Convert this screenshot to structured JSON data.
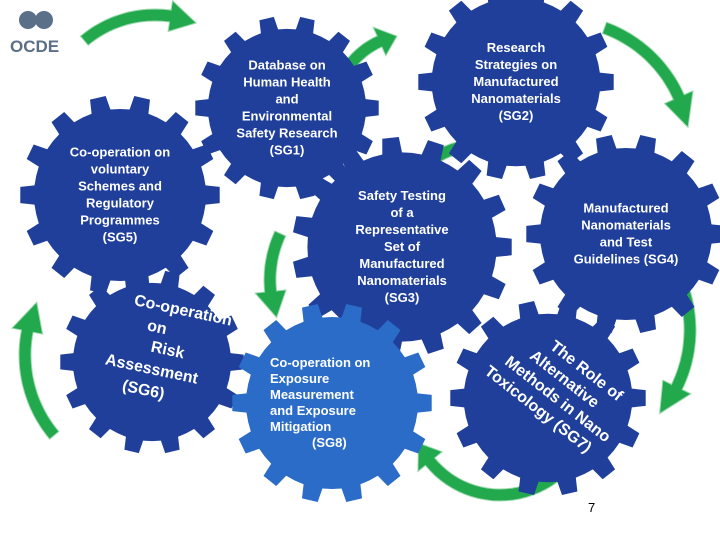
{
  "logo": {
    "text": "OCDE"
  },
  "colors": {
    "gear_dark": "#1f3f9a",
    "gear_light": "#2a6cc7",
    "arrow": "#23a94d"
  },
  "gears": {
    "sg1": {
      "lines": [
        "Database on",
        "Human Health",
        "and",
        "Environmental",
        "Safety Research",
        "(SG1)"
      ]
    },
    "sg2": {
      "lines": [
        "Research",
        "Strategies on",
        "Manufactured",
        "Nanomaterials",
        "(SG2)"
      ]
    },
    "sg3": {
      "lines": [
        "Safety Testing",
        "of a",
        "Representative",
        "Set of",
        "Manufactured",
        "Nanomaterials",
        "(SG3)"
      ]
    },
    "sg4": {
      "lines": [
        "Manufactured",
        "Nanomaterials",
        "and Test",
        "Guidelines (SG4)"
      ]
    },
    "sg5": {
      "lines": [
        "Co-operation on",
        "voluntary",
        "Schemes and",
        "Regulatory",
        "Programmes",
        "(SG5)"
      ]
    },
    "sg6": {
      "lines": [
        "Co-operation",
        "on",
        "Risk",
        "Assessment",
        "(SG6)"
      ]
    },
    "sg7": {
      "lines": [
        "The Role of",
        "Alternative",
        "Methods in Nano",
        "Toxicology (SG7)"
      ]
    },
    "sg8": {
      "lines": [
        "Co-operation on",
        "Exposure",
        "Measurement",
        "and Exposure",
        "Mitigation",
        "(SG8)"
      ]
    }
  },
  "page_number": "7"
}
